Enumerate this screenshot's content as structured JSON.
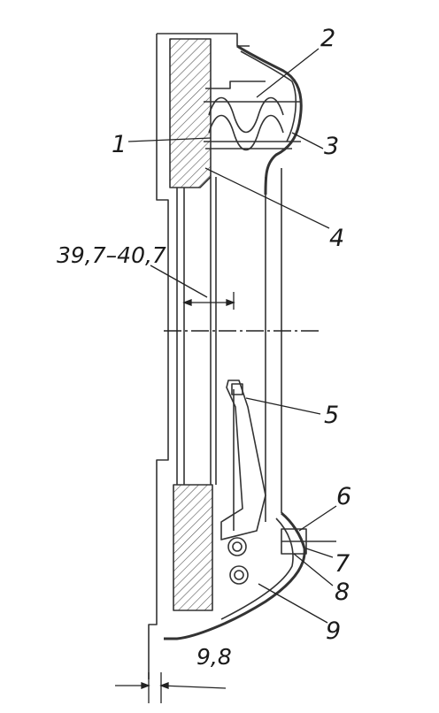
{
  "figure": {
    "labels": {
      "l1": "1",
      "l2": "2",
      "l3": "3",
      "l4": "4",
      "l5": "5",
      "l6": "6",
      "l7": "7",
      "l8": "8",
      "l9": "9"
    },
    "dimensions": {
      "gap": "39,7–40,7",
      "thickness": "9,8"
    }
  }
}
